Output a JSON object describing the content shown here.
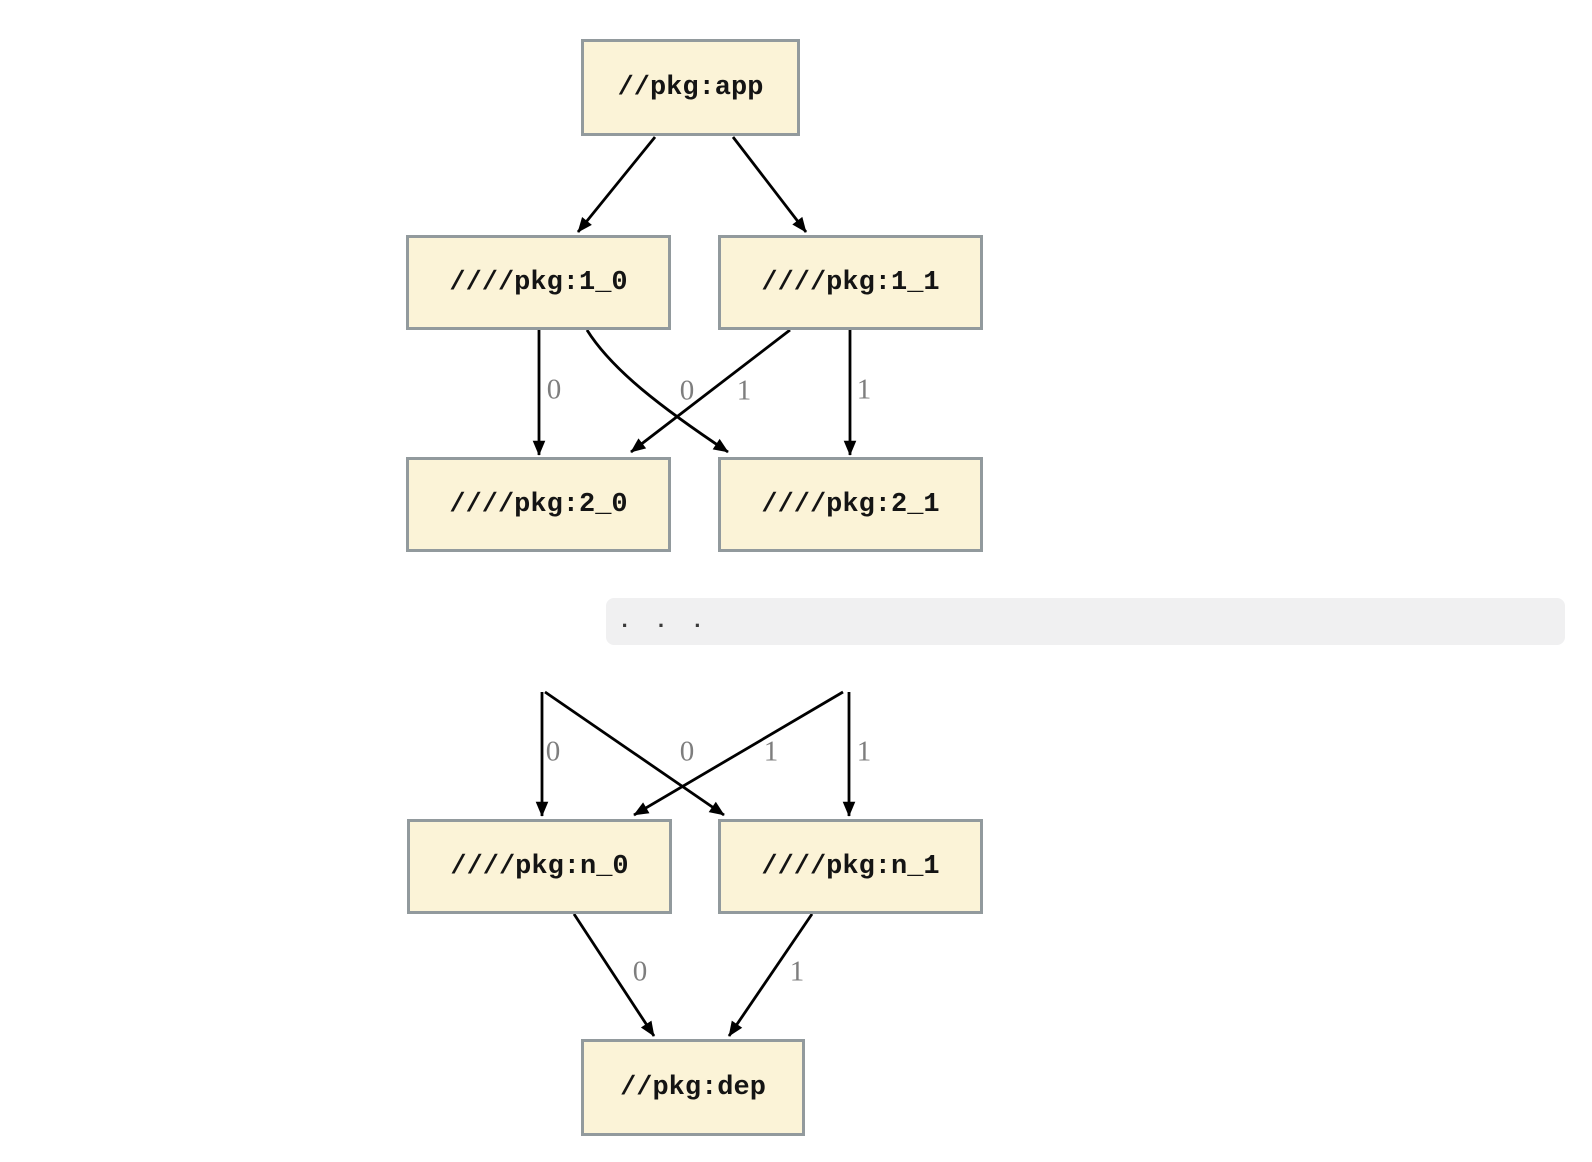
{
  "diagram": {
    "type": "dependency-graph",
    "nodes": [
      {
        "id": "app",
        "label": "//pkg:app"
      },
      {
        "id": "1_0",
        "label": "////pkg:1_0"
      },
      {
        "id": "1_1",
        "label": "////pkg:1_1"
      },
      {
        "id": "2_0",
        "label": "////pkg:2_0"
      },
      {
        "id": "2_1",
        "label": "////pkg:2_1"
      },
      {
        "id": "n_0",
        "label": "////pkg:n_0"
      },
      {
        "id": "n_1",
        "label": "////pkg:n_1"
      },
      {
        "id": "dep",
        "label": "//pkg:dep"
      }
    ],
    "edges": [
      {
        "from": "//pkg:app",
        "to": "////pkg:1_0",
        "label": ""
      },
      {
        "from": "//pkg:app",
        "to": "////pkg:1_1",
        "label": ""
      },
      {
        "from": "////pkg:1_0",
        "to": "////pkg:2_0",
        "label": "0"
      },
      {
        "from": "////pkg:1_0",
        "to": "////pkg:2_1",
        "label": "1"
      },
      {
        "from": "////pkg:1_1",
        "to": "////pkg:2_0",
        "label": "0"
      },
      {
        "from": "////pkg:1_1",
        "to": "////pkg:2_1",
        "label": "1"
      },
      {
        "from": "...",
        "to": "////pkg:n_0",
        "label": "0"
      },
      {
        "from": "...",
        "to": "////pkg:n_1",
        "label": "1"
      },
      {
        "from": "...",
        "to": "////pkg:n_0",
        "label": "0"
      },
      {
        "from": "...",
        "to": "////pkg:n_1",
        "label": "1"
      },
      {
        "from": "////pkg:n_0",
        "to": "//pkg:dep",
        "label": "0"
      },
      {
        "from": "////pkg:n_1",
        "to": "//pkg:dep",
        "label": "1"
      }
    ],
    "ellipsis": ". . .",
    "colors": {
      "background": "#FFFFFF",
      "node_fill": "#FBF3D7",
      "node_border": "#929A9D",
      "node_text": "#141414",
      "edge": "#000000",
      "edge_label": "#7E7E7E",
      "ellipsis_bar_bg": "#F0F0F1",
      "ellipsis_dots": "#3A3A3A"
    }
  }
}
